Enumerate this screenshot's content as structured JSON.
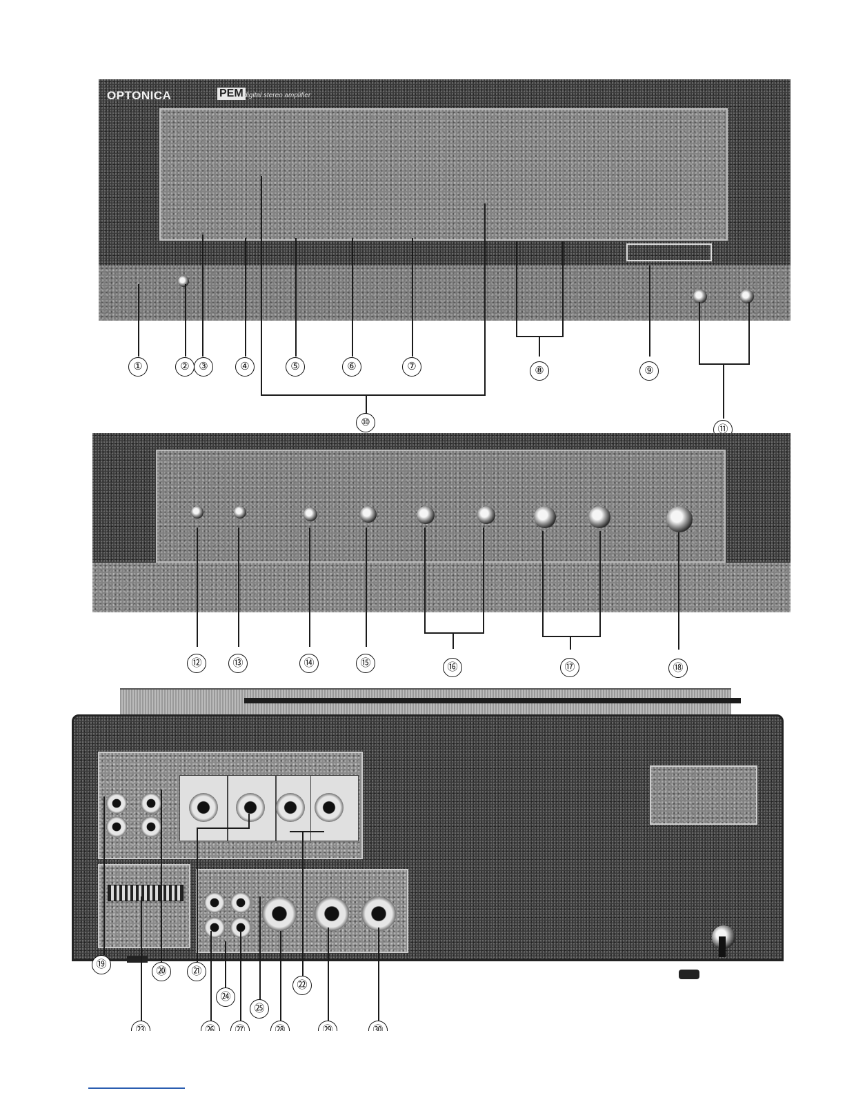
{
  "panel1": {
    "brand": "OPTONICA",
    "model": "PEM",
    "subtitle": "digital stereo amplifier",
    "callouts": [
      "①",
      "②",
      "③",
      "④",
      "⑤",
      "⑥",
      "⑦",
      "⑧",
      "⑨",
      "⑩",
      "⑪"
    ]
  },
  "panel2": {
    "callouts": [
      "⑫",
      "⑬",
      "⑭",
      "⑮",
      "⑯",
      "⑰",
      "⑱"
    ]
  },
  "panel3": {
    "callouts": [
      "⑲",
      "⑳",
      "㉑",
      "㉒",
      "㉔",
      "㉕"
    ],
    "cut_callouts": [
      "㉓",
      "㉖",
      "㉗",
      "㉘",
      "㉙",
      "㉚"
    ]
  },
  "colors": {
    "panel_dark": "#3a3a3a",
    "panel_grey": "#8a8a8a",
    "ink": "#111111"
  }
}
